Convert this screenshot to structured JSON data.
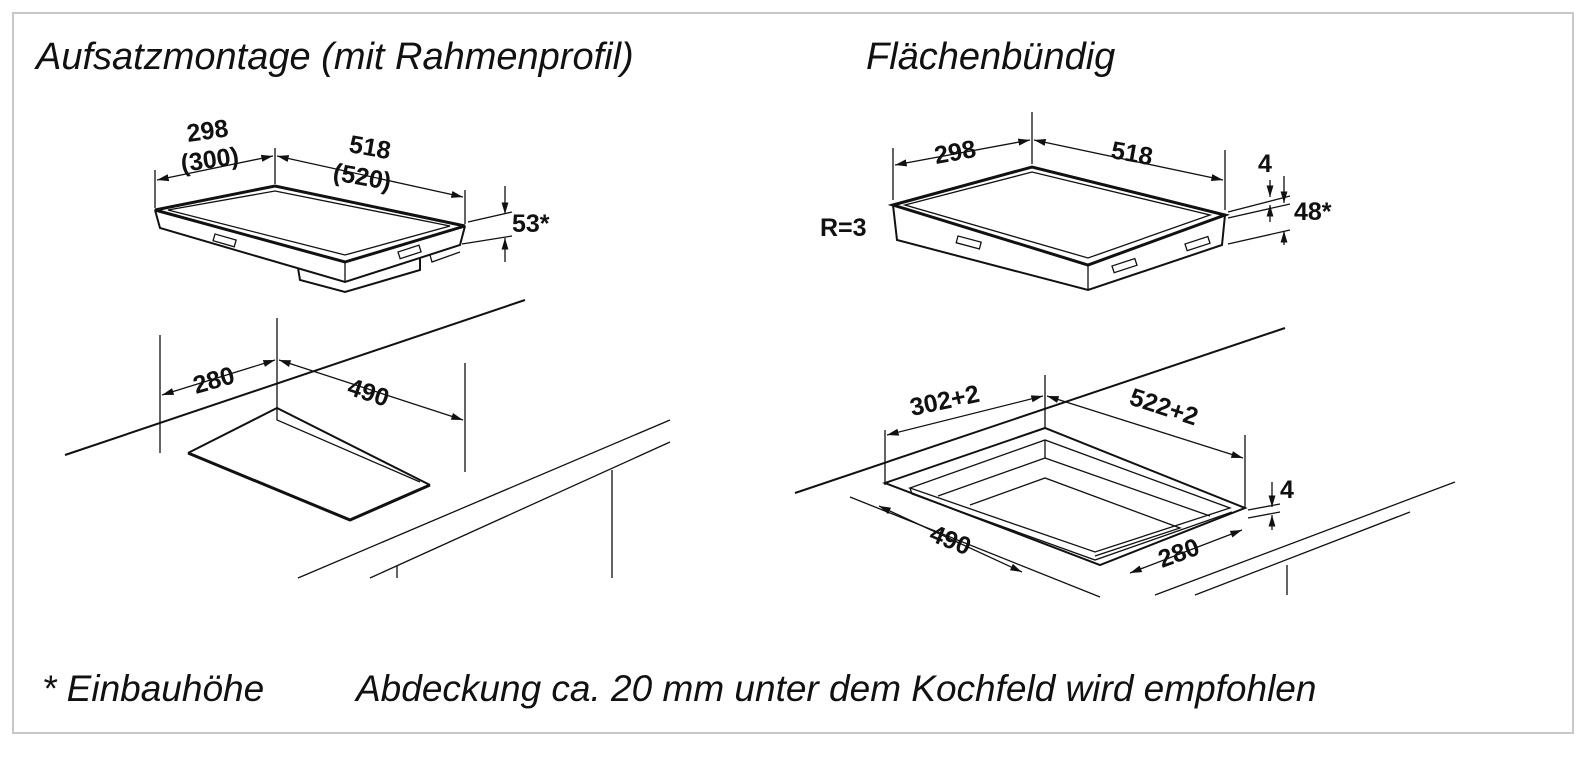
{
  "titles": {
    "surface_mount": "Aufsatzmontage (mit Rahmenprofil)",
    "flush_mount": "Flächenbündig"
  },
  "surface_mount": {
    "width_depth": "298",
    "width_depth_alt": "(300)",
    "length": "518",
    "length_alt": "(520)",
    "height": "53*",
    "cutout_depth": "280",
    "cutout_length": "490"
  },
  "flush_mount": {
    "width_depth": "298",
    "length": "518",
    "radius": "R=3",
    "frame_height": "4",
    "height": "48*",
    "cutout_depth": "302+2",
    "cutout_length": "522+2",
    "rebate_depth": "4",
    "inner_length": "490",
    "inner_depth": "280"
  },
  "footer": {
    "footnote": "* Einbauhöhe",
    "note": "Abdeckung ca. 20 mm unter dem Kochfeld wird empfohlen"
  }
}
